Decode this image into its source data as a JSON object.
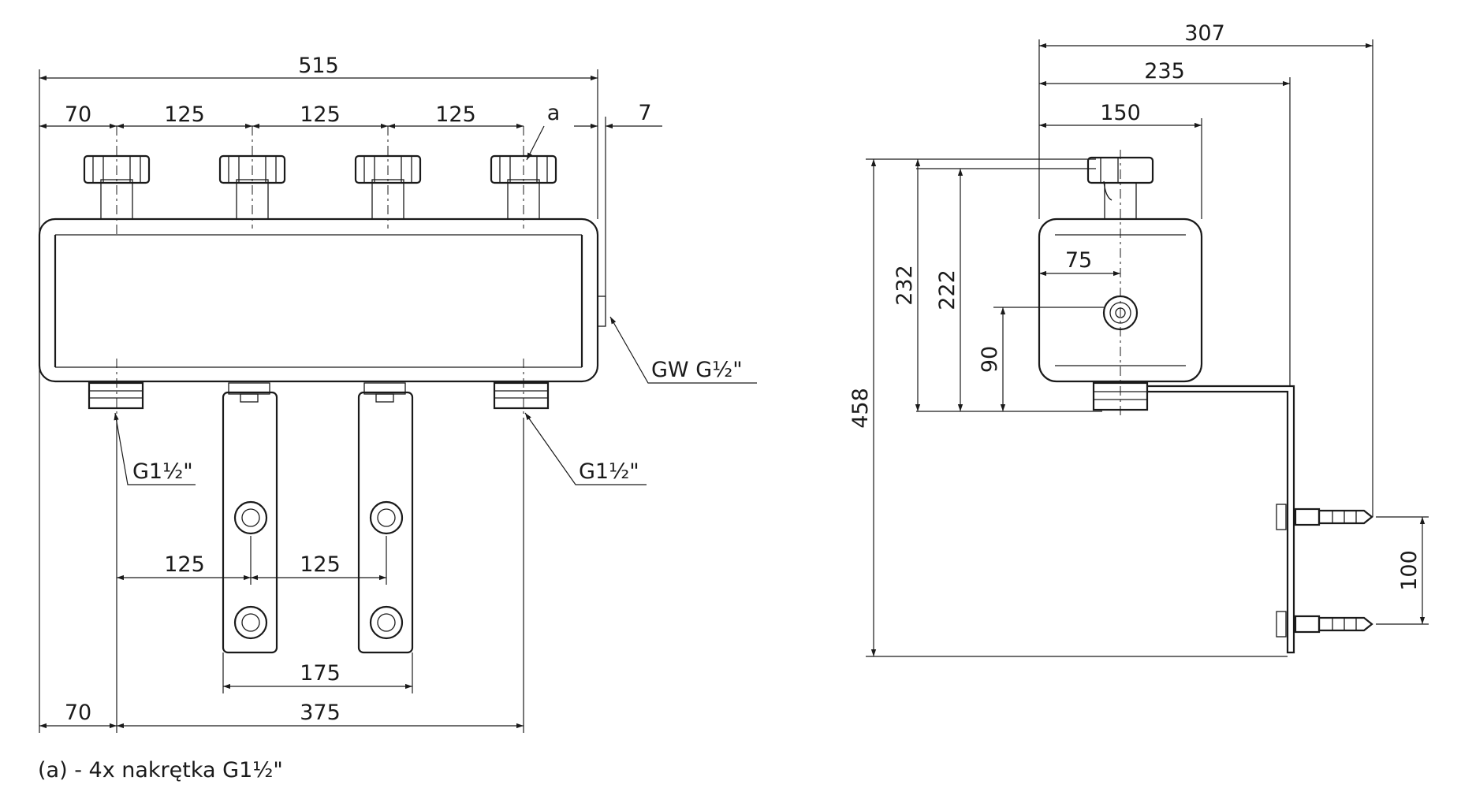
{
  "front_view": {
    "overall_width": "515",
    "offset_left": "70",
    "spacing_1": "125",
    "spacing_2": "125",
    "spacing_3": "125",
    "nut_marker": "a",
    "side_offset": "7",
    "port_side": "GW G½\"",
    "port_left_bottom": "G1½\"",
    "port_right_bottom": "G1½\"",
    "bracket_spacing_1": "125",
    "bracket_spacing_2": "125",
    "bracket_width": "175",
    "bottom_offset_left": "70",
    "bottom_span": "375"
  },
  "side_view": {
    "depth_total": "307",
    "depth_mid": "235",
    "depth_body": "150",
    "height_total": "458",
    "height_232": "232",
    "height_222": "222",
    "height_90": "90",
    "offset_75": "75",
    "anchor_spacing": "100"
  },
  "note": "(a) - 4x nakrętka G1½\""
}
